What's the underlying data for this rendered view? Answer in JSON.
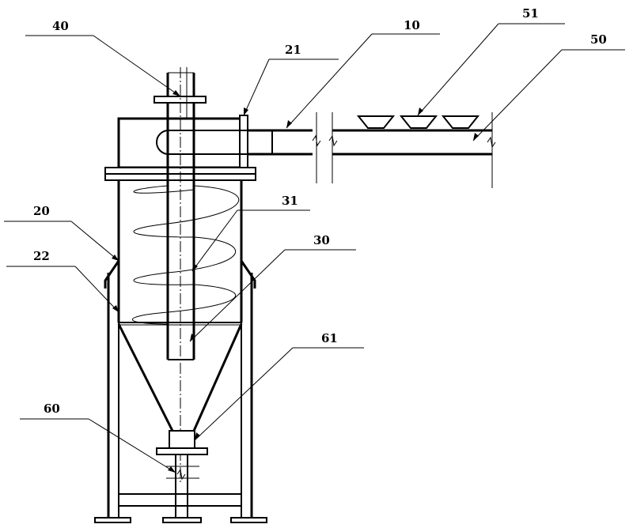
{
  "labels": {
    "l40": "40",
    "l10": "10",
    "l21": "21",
    "l51": "51",
    "l50": "50",
    "l20": "20",
    "l31": "31",
    "l22": "22",
    "l30": "30",
    "l61": "61",
    "l60": "60"
  }
}
